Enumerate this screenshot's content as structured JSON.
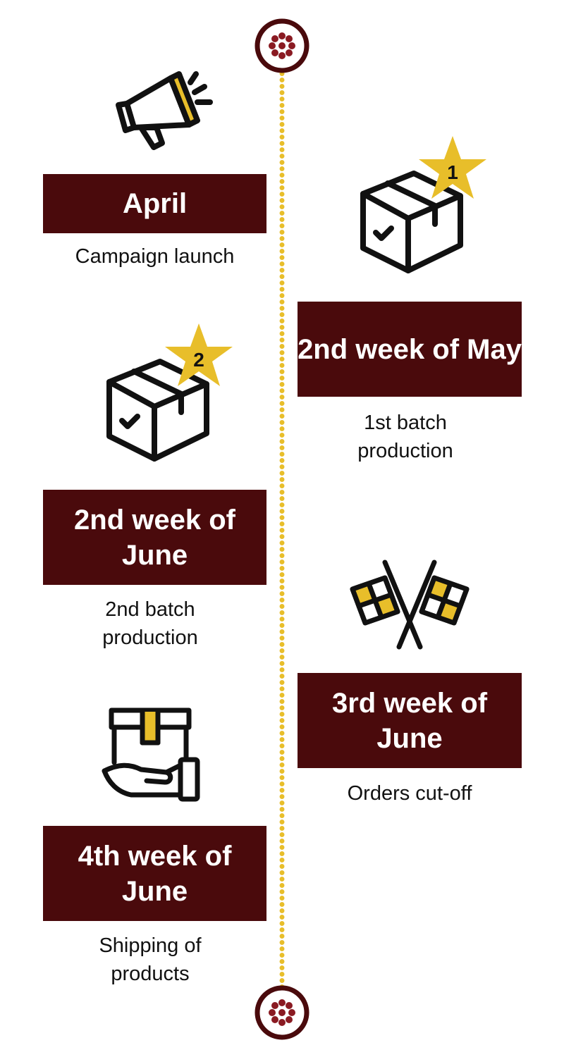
{
  "colors": {
    "maroon": "#4a0a0c",
    "gold": "#E8BE2A",
    "ink": "#111111"
  },
  "milestones": [
    {
      "date": "April",
      "caption": "Campaign launch",
      "icon": "megaphone-icon"
    },
    {
      "date": "2nd week of May",
      "caption": "1st batch production",
      "icon": "box-icon",
      "badge": "1"
    },
    {
      "date": "2nd week of June",
      "caption": "2nd batch production",
      "icon": "box-icon",
      "badge": "2"
    },
    {
      "date": "3rd week of June",
      "caption": "Orders cut-off",
      "icon": "checkered-flags-icon"
    },
    {
      "date": "4th week of June",
      "caption": "Shipping of products",
      "icon": "hand-package-icon"
    }
  ]
}
